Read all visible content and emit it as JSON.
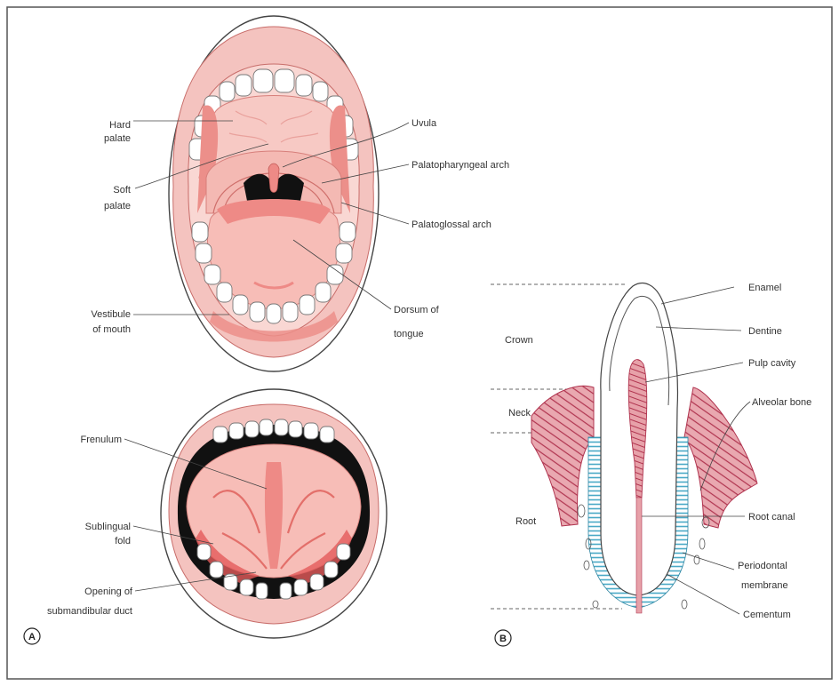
{
  "panel_a": {
    "marker": "A",
    "labels": {
      "hard_palate": [
        "Hard",
        "palate"
      ],
      "soft_palate": [
        "Soft",
        "palate"
      ],
      "uvula": "Uvula",
      "palatopharyngeal": "Palatopharyngeal arch",
      "palatoglossal": "Palatoglossal arch",
      "vestibule": [
        "Vestibule",
        "of mouth"
      ],
      "dorsum": [
        "Dorsum of",
        "tongue"
      ],
      "frenulum": "Frenulum",
      "sublingual": [
        "Sublingual",
        "fold"
      ],
      "submandibular": [
        "Opening of",
        "submandibular duct"
      ]
    }
  },
  "panel_b": {
    "marker": "B",
    "labels": {
      "crown": "Crown",
      "neck": "Neck",
      "root": "Root",
      "enamel": "Enamel",
      "dentine": "Dentine",
      "pulp": "Pulp cavity",
      "alveolar": "Alveolar bone",
      "root_canal": "Root canal",
      "periodontal": [
        "Periodontal",
        "membrane"
      ],
      "cementum": "Cementum"
    }
  },
  "colors": {
    "lip": "#f4c3bf",
    "gum": "#ec8f8a",
    "tongue": "#f7bdb7",
    "tongue_dark": "#ee8a86",
    "throat": "#111111",
    "bone": "#e9a8b0",
    "bone_line": "#b0344f",
    "periodontal": "#49a9c6",
    "outline": "#444444"
  }
}
